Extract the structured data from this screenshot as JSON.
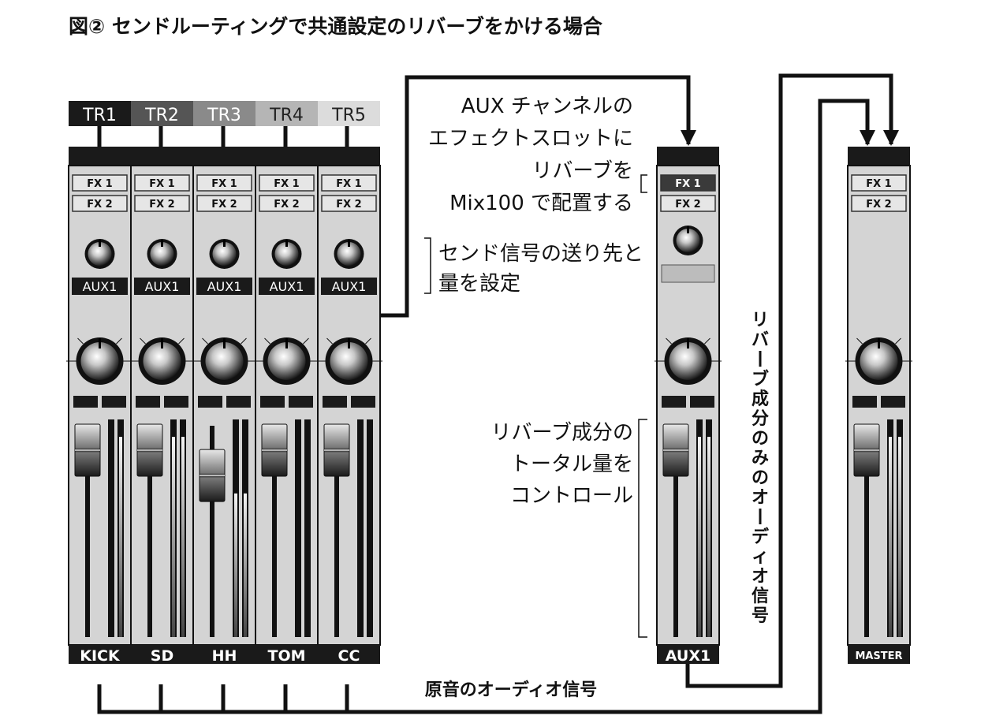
{
  "title": "図② センドルーティングで共通設定のリバーブをかける場合",
  "tracks": [
    {
      "tab": "TR1",
      "tab_bg": "#1a1a1a",
      "tab_fg": "#ffffff",
      "send": "AUX1",
      "name": "KICK",
      "fader_pos": 0.0,
      "meter": [
        0.0,
        0.92
      ]
    },
    {
      "tab": "TR2",
      "tab_bg": "#555555",
      "tab_fg": "#ffffff",
      "send": "AUX1",
      "name": "SD",
      "fader_pos": 0.0,
      "meter": [
        0.92,
        0.92
      ]
    },
    {
      "tab": "TR3",
      "tab_bg": "#8a8a8a",
      "tab_fg": "#ffffff",
      "send": "AUX1",
      "name": "HH",
      "fader_pos": 0.12,
      "meter": [
        0.66,
        0.66
      ]
    },
    {
      "tab": "TR4",
      "tab_bg": "#b5b5b5",
      "tab_fg": "#222222",
      "send": "AUX1",
      "name": "TOM",
      "fader_pos": 0.0,
      "meter": [
        0.0,
        0.0
      ]
    },
    {
      "tab": "TR5",
      "tab_bg": "#dcdcdc",
      "tab_fg": "#222222",
      "send": "AUX1",
      "name": "CC",
      "fader_pos": 0.0,
      "meter": [
        0.0,
        0.0
      ]
    }
  ],
  "slots": [
    "FX 1",
    "FX 2"
  ],
  "aux": {
    "name": "AUX1",
    "slots": [
      "FX 1",
      "FX 2"
    ]
  },
  "master": {
    "name": "MASTER",
    "slots": [
      "FX 1",
      "FX 2"
    ]
  },
  "annotations": {
    "aux_effect": [
      "AUX チャンネルの",
      "エフェクトスロットに",
      "リバーブを",
      "Mix100 で配置する"
    ],
    "send": [
      "センド信号の送り先と",
      "量を設定"
    ],
    "reverb_total": [
      "リバーブ成分の",
      "トータル量を",
      "コントロール"
    ],
    "reverb_only_vertical": [
      "リ",
      "バ",
      "ー",
      "ブ",
      "成",
      "分",
      "の",
      "み",
      "の",
      "オ",
      "ー",
      "デ",
      "ィ",
      "オ",
      "信",
      "号"
    ],
    "original_signal": "原音のオーディオ信号"
  },
  "colors": {
    "strip": "#d4d4d4",
    "dark": "#1a1a1a",
    "line": "#111111"
  }
}
